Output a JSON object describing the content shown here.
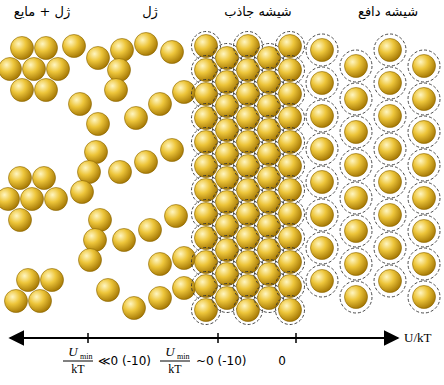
{
  "diagram": {
    "labels": [
      "ژل + مایع",
      "ژل",
      "شیشه جاذب",
      "شیشه دافع",
      "U",
      "min",
      "kT",
      "≪0 (-10)",
      "U",
      "min",
      "kT",
      "~0 (-10)",
      "0",
      "U/kT"
    ]
  }
}
